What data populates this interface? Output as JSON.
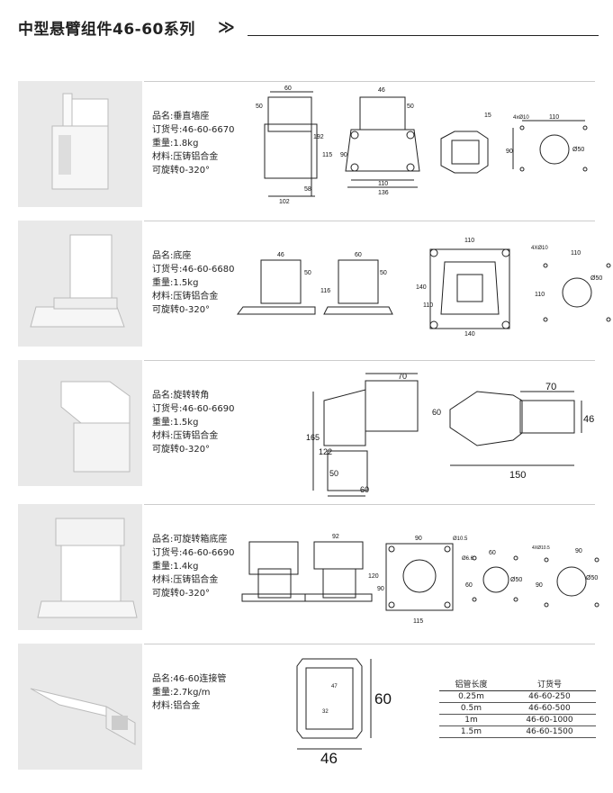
{
  "header": {
    "title": "中型悬臂组件46-60系列",
    "chevron": "≫"
  },
  "products": [
    {
      "name": "品名:垂直墙座",
      "order": "订货号:46-60-6670",
      "weight": "重量:1.8kg",
      "material": "材料:压铸铝合金",
      "rotate": "可旋转0-320°",
      "dims": [
        "60",
        "50",
        "46",
        "50",
        "192",
        "115",
        "90",
        "58",
        "102",
        "110",
        "136",
        "15",
        "4xØ10",
        "110",
        "90",
        "Ø50"
      ]
    },
    {
      "name": "品名:底座",
      "order": "订货号:46-60-6680",
      "weight": "重量:1.5kg",
      "material": "材料:压铸铝合金",
      "rotate": "可旋转0-320°",
      "dims": [
        "46",
        "50",
        "116",
        "60",
        "50",
        "110",
        "140",
        "110",
        "140",
        "4XØ10",
        "110",
        "110",
        "Ø50"
      ]
    },
    {
      "name": "品名:旋转转角",
      "order": "订货号:46-60-6690",
      "weight": "重量:1.5kg",
      "material": "材料:压铸铝合金",
      "rotate": "可旋转0-320°",
      "dims": [
        "70",
        "165",
        "122",
        "60",
        "50",
        "60",
        "70",
        "46",
        "150"
      ]
    },
    {
      "name": "品名:可旋转箱底座",
      "order": "订货号:46-60-6690",
      "weight": "重量:1.4kg",
      "material": "材料:压铸铝合金",
      "rotate": "可旋转0-320°",
      "dims": [
        "92",
        "120",
        "90",
        "90",
        "Ø10.5",
        "115",
        "Ø6.6",
        "60",
        "60",
        "Ø50",
        "4XØ10.5",
        "90",
        "90",
        "Ø50"
      ]
    },
    {
      "name": "品名:46-60连接管",
      "weight": "重量:2.7kg/m",
      "material": "材料:铝合金",
      "dims": [
        "47",
        "32",
        "60",
        "46"
      ]
    }
  ],
  "tube_table": {
    "headers": [
      "铝管长度",
      "订货号"
    ],
    "rows": [
      [
        "0.25m",
        "46-60-250"
      ],
      [
        "0.5m",
        "46-60-500"
      ],
      [
        "1m",
        "46-60-1000"
      ],
      [
        "1.5m",
        "46-60-1500"
      ]
    ]
  }
}
